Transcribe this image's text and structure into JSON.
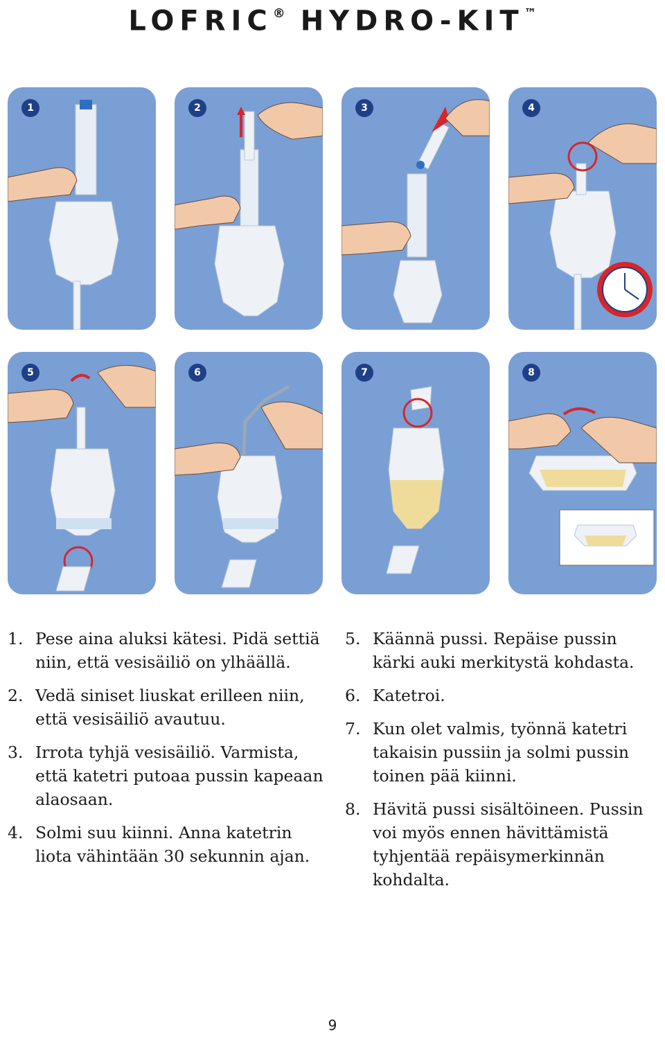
{
  "header": {
    "title": "LOFRIC",
    "reg": "®",
    "title2": "HYDRO-KIT",
    "tm": "™"
  },
  "panels": [
    {
      "number": "1"
    },
    {
      "number": "2"
    },
    {
      "number": "3"
    },
    {
      "number": "4"
    },
    {
      "number": "5"
    },
    {
      "number": "6"
    },
    {
      "number": "7"
    },
    {
      "number": "8"
    }
  ],
  "colors": {
    "panel_bg": "#7a9fd5",
    "badge_bg": "#1f3f86",
    "highlight": "#d7262b"
  },
  "instructions_left": [
    {
      "num": "1.",
      "text": "Pese aina aluksi kätesi. Pidä settiä niin, että vesisäiliö on ylhäällä."
    },
    {
      "num": "2.",
      "text": "Vedä siniset liuskat erilleen niin, että vesisäiliö avautuu."
    },
    {
      "num": "3.",
      "text": "Irrota tyhjä vesisäiliö. Varmista, että katetri putoaa pussin kapeaan alaosaan."
    },
    {
      "num": "4.",
      "text": "Solmi suu kiinni. Anna katetrin liota vähintään 30 sekunnin ajan."
    }
  ],
  "instructions_right": [
    {
      "num": "5.",
      "text": "Käännä pussi. Repäise pussin kärki auki merkitystä kohdasta."
    },
    {
      "num": "6.",
      "text": "Katetroi."
    },
    {
      "num": "7.",
      "text": "Kun olet valmis, työnnä katetri takaisin pussiin ja solmi pussin toinen pää kiinni."
    },
    {
      "num": "8.",
      "text": "Hävitä pussi sisältöineen. Pussin voi myös ennen hävittämistä tyhjentää repäisymerkinnän kohdalta."
    }
  ],
  "page_number": "9"
}
